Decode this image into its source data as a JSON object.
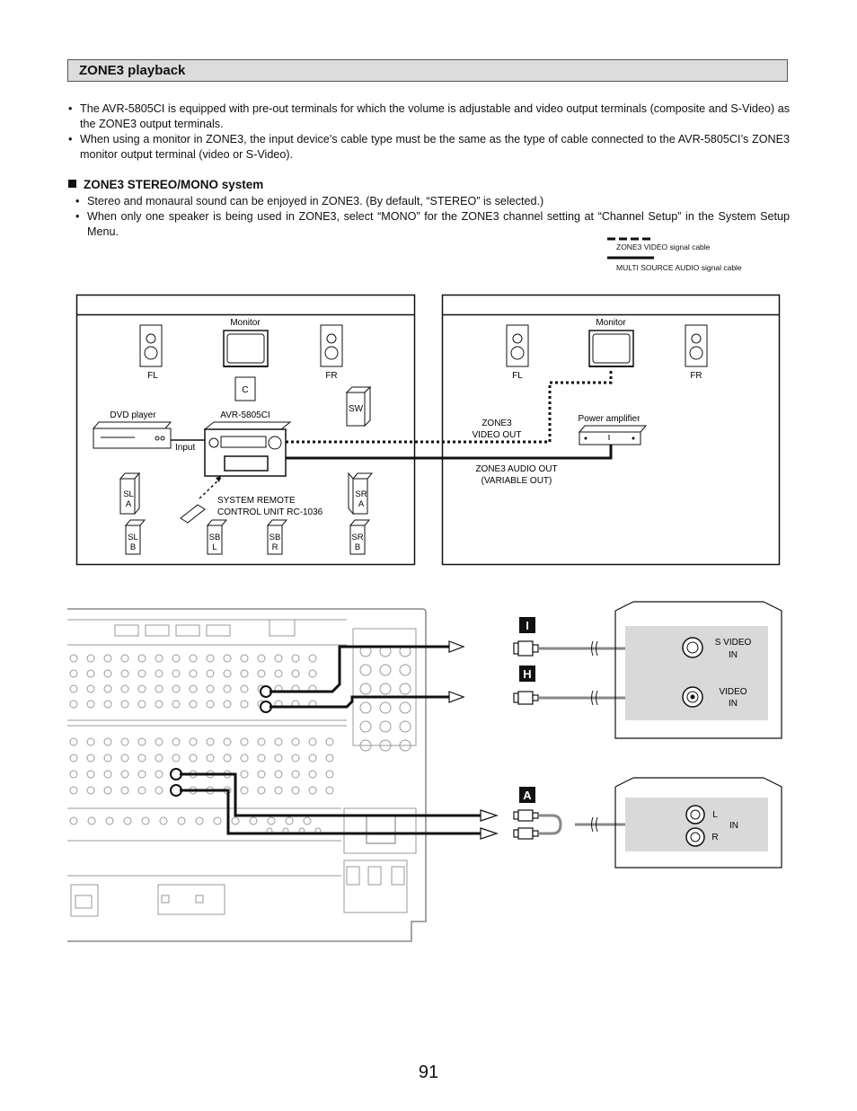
{
  "section_title": "ZONE3 playback",
  "intro_bullets": [
    "The AVR-5805CI is equipped with pre-out terminals for which the volume is adjustable and video output terminals (composite and S-Video) as the ZONE3 output terminals.",
    "When using a monitor in ZONE3, the input device’s cable type must be the same as the type of cable connected to the AVR-5805CI’s ZONE3 monitor output terminal (video or S-Video)."
  ],
  "subsection_title": "ZONE3 STEREO/MONO system",
  "sub_bullets": [
    "Stereo and monaural sound can be enjoyed in ZONE3. (By default, “STEREO” is selected.)",
    "When only one speaker is being used in ZONE3, select “MONO” for the ZONE3 channel setting at “Channel Setup” in the System Setup Menu."
  ],
  "legend": {
    "video_cable": "ZONE3 VIDEO signal cable",
    "audio_cable": "MULTI SOURCE AUDIO signal cable"
  },
  "main_room": {
    "monitor": "Monitor",
    "fl": "FL",
    "fr": "FR",
    "center": "C",
    "subwoofer": "SW",
    "dvd_player": "DVD player",
    "receiver": "AVR-5805CI",
    "input": "Input",
    "sl_a": [
      "SL",
      "A"
    ],
    "sr_a": [
      "SR",
      "A"
    ],
    "sl_b": [
      "SL",
      "B"
    ],
    "sr_b": [
      "SR",
      "B"
    ],
    "sb_l": [
      "SB",
      "L"
    ],
    "sb_r": [
      "SB",
      "R"
    ],
    "remote": [
      "SYSTEM REMOTE",
      "CONTROL UNIT RC-1036"
    ]
  },
  "zone3_room": {
    "monitor": "Monitor",
    "fl": "FL",
    "fr": "FR",
    "power_amplifier": "Power amplifier",
    "video_out": [
      "ZONE3",
      "VIDEO OUT"
    ],
    "audio_out": [
      "ZONE3 AUDIO OUT",
      "(VARIABLE OUT)"
    ]
  },
  "connections": {
    "marker_s_video": "I",
    "marker_video": "H",
    "marker_audio": "A",
    "s_video_in": [
      "S VIDEO",
      "IN"
    ],
    "video_in": [
      "VIDEO",
      "IN"
    ],
    "audio_l": "L",
    "audio_r": "R",
    "audio_in": "IN"
  },
  "page_number": "91",
  "colors": {
    "header_bg": "#dcdcdc",
    "line": "#111111",
    "panel_gray": "#d9d9d9",
    "device_gray": "#888888"
  }
}
